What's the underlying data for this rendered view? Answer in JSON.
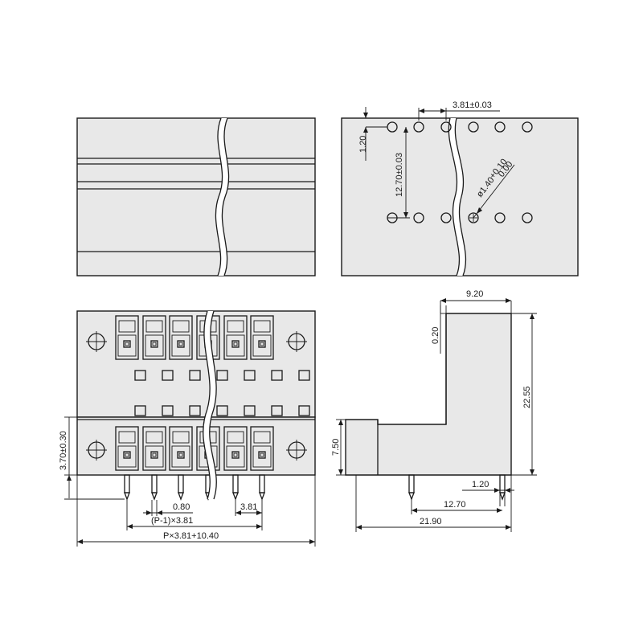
{
  "dimensions": {
    "pitch_top": "3.81±0.03",
    "offset_120_top": "1.20",
    "row_spacing": "12.70±0.03",
    "hole_dia_main": "ø1.40",
    "hole_dia_tol_plus": "+0.10",
    "hole_dia_tol_minus": "0.00",
    "width_920": "9.20",
    "gap_020": "0.20",
    "height_2255": "22.55",
    "height_750": "7.50",
    "pin_offset_120": "1.20",
    "pin_spacing_1270": "12.70",
    "depth_2190": "21.90",
    "height_370": "3.70±0.30",
    "pin_width_080": "0.80",
    "pitch_381": "3.81",
    "pitch_total": "(P-1)×3.81",
    "overall_length": "P×3.81+10.40"
  },
  "colors": {
    "line": "#1a1a1a",
    "panel_fill": "#e8e8e8",
    "background": "#ffffff"
  }
}
